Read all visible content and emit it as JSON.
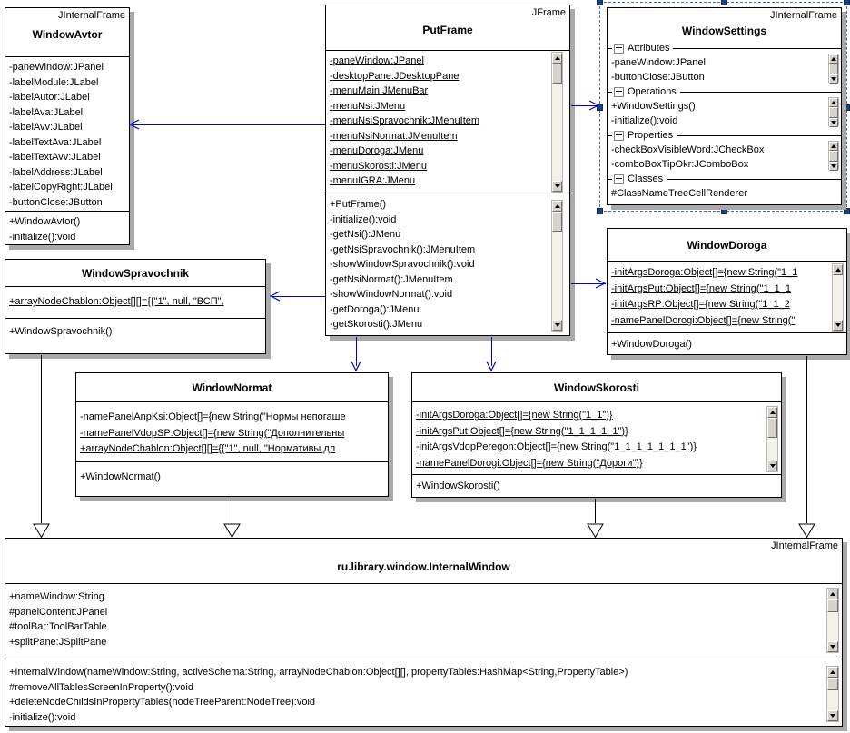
{
  "colors": {
    "connector": "#0000D6",
    "generalization": "#000000",
    "box_shadow": "#A9A9A9",
    "selection_handle": "#17447E",
    "selection_border": "#4A6B9D"
  },
  "boxes": {
    "window_avtor": {
      "stereotype": "JInternalFrame",
      "name": "WindowAvtor",
      "attributes": [
        "-paneWindow:JPanel",
        "-labelModule:JLabel",
        "-labelAutor:JLabel",
        "-labelAva:JLabel",
        "-labelAvv:JLabel",
        "-labelTextAva:JLabel",
        "-labelTextAvv:JLabel",
        "-labelAddress:JLabel",
        "-labelCopyRight:JLabel",
        "-buttonClose:JButton"
      ],
      "operations": [
        "+WindowAvtor()",
        "-initialize():void"
      ]
    },
    "put_frame": {
      "stereotype": "JFrame",
      "name": "PutFrame",
      "attributes": [
        "-paneWindow:JPanel",
        "-desktopPane:JDesktopPane",
        "-menuMain:JMenuBar",
        "-menuNsi:JMenu",
        "-menuNsiSpravochnik:JMenuItem",
        "-menuNsiNormat:JMenuItem",
        "-menuDoroga:JMenu",
        "-menuSkorosti:JMenu",
        "-menuIGRA:JMenu"
      ],
      "operations": [
        "+PutFrame()",
        "-initialize():void",
        "-getNsi():JMenu",
        "-getNsiSpravochnik():JMenuItem",
        "-showWindowSpravochnik():void",
        "-getNsiNormat():JMenuItem",
        "-showWindowNormat():void",
        "-getDoroga():JMenu",
        "-getSkorosti():JMenu"
      ]
    },
    "window_settings": {
      "stereotype": "JInternalFrame",
      "name": "WindowSettings",
      "section_labels": {
        "attributes": "Attributes",
        "operations": "Operations",
        "properties": "Properties",
        "classes": "Classes"
      },
      "attributes": [
        "-paneWindow:JPanel",
        "-buttonClose:JButton"
      ],
      "operations": [
        "+WindowSettings()",
        "-initialize():void"
      ],
      "properties": [
        "-checkBoxVisibleWord:JCheckBox",
        "-comboBoxTipOkr:JComboBox"
      ],
      "classes": [
        "#ClassNameTreeCellRenderer"
      ]
    },
    "window_doroga": {
      "name": "WindowDoroga",
      "attributes": [
        "-initArgsDoroga:Object[]={new String(\"1_1",
        "-initArgsPut:Object[]={new String(\"1_1_1",
        "-initArgsRP:Object[]={new String(\"1_1_2",
        "-namePanelDorogi:Object[]={new String(\""
      ],
      "operations": [
        "+WindowDoroga()"
      ]
    },
    "window_spravochnik": {
      "name": "WindowSpravochnik",
      "attributes": [
        "+arrayNodeChablon:Object[][]={{\"1\", null, \"ВСП\","
      ],
      "operations": [
        "+WindowSpravochnik()"
      ]
    },
    "window_normat": {
      "name": "WindowNormat",
      "attributes": [
        "-namePanelAnpKsi:Object[]={new String(\"Нормы непогаше",
        "-namePanelVdopSP:Object[]={new String(\"Дополнительны",
        "+arrayNodeChablon:Object[][]={{\"1\", null, \"Нормативы дл"
      ],
      "operations": [
        "+WindowNormat()"
      ]
    },
    "window_skorosti": {
      "name": "WindowSkorosti",
      "attributes": [
        "-initArgsDoroga:Object[]={new String(\"1_1\")}",
        "-initArgsPut:Object[]={new String(\"1_1_1_1_1\")}",
        "-initArgsVdopPeregon:Object[]={new String(\"1_1_1_1_1_1_1\")}",
        "-namePanelDorogi:Object[]={new String(\"Дороги\")}"
      ],
      "operations": [
        "+WindowSkorosti()"
      ]
    },
    "internal_window": {
      "stereotype": "JInternalFrame",
      "name": "ru.library.window.InternalWindow",
      "attributes": [
        "+nameWindow:String",
        "#panelContent:JPanel",
        "#toolBar:ToolBarTable",
        "+splitPane:JSplitPane"
      ],
      "operations": [
        "+InternalWindow(nameWindow:String, activeSchema:String, arrayNodeChablon:Object[][], propertyTables:HashMap<String,PropertyTable>)",
        "#removeAllTablesScreenInProperty():void",
        "+deleteNodeChildsInPropertyTables(nodeTreeParent:NodeTree):void",
        "-initialize():void"
      ]
    }
  }
}
